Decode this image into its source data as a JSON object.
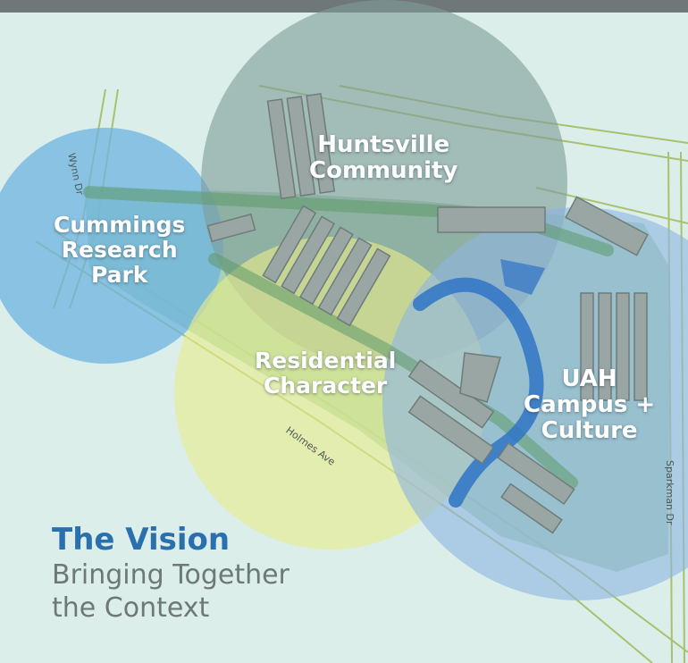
{
  "circles": [
    {
      "id": "cummings",
      "color": "#6fb3e0"
    },
    {
      "id": "huntsville",
      "color": "#7f9c9a"
    },
    {
      "id": "residential",
      "color": "#e8ec8a"
    },
    {
      "id": "uah",
      "color": "#8fb4e0"
    }
  ],
  "labels": {
    "huntsville": [
      "Huntsville",
      "Community"
    ],
    "cummings": [
      "Cummings",
      "Research",
      "Park"
    ],
    "residential": [
      "Residential",
      "Character"
    ],
    "uah": [
      "UAH",
      "Campus +",
      "Culture"
    ]
  },
  "roads": {
    "wynn": "Wynn Dr",
    "holmes": "Holmes Ave",
    "sparkman": "Sparkman Dr"
  },
  "vision": {
    "title": "The Vision",
    "subtitle_line1": "Bringing Together",
    "subtitle_line2": "the Context"
  }
}
